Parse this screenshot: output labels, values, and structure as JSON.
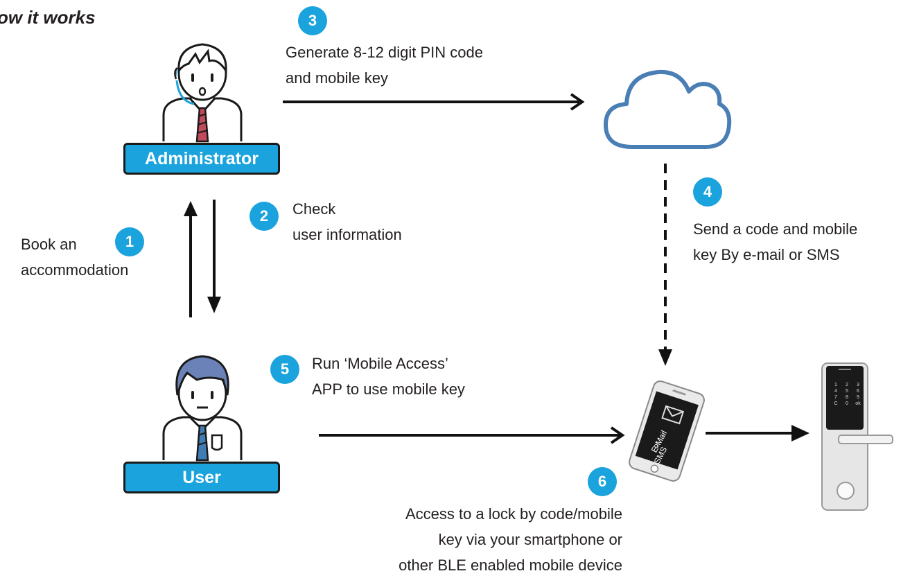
{
  "heading": "ow it works",
  "colors": {
    "accent": "#1aa3dc",
    "cloud": "#4a7fb5",
    "ink": "#231f20"
  },
  "icons": [
    "administrator-person-icon",
    "user-person-icon",
    "cloud-icon",
    "smartphone-icon",
    "door-lock-icon"
  ],
  "roles": {
    "administrator": "Administrator",
    "user": "User"
  },
  "steps": [
    {
      "number": "1",
      "lines": [
        "Book an",
        "accommodation"
      ]
    },
    {
      "number": "2",
      "lines": [
        "Check",
        "user information"
      ]
    },
    {
      "number": "3",
      "lines": [
        "Generate 8-12 digit PIN code",
        "and mobile key"
      ]
    },
    {
      "number": "4",
      "lines": [
        "Send a code and mobile",
        "key By e-mail or SMS"
      ]
    },
    {
      "number": "5",
      "lines": [
        "Run ‘Mobile Access’",
        "APP to use mobile key"
      ]
    },
    {
      "number": "6",
      "lines": [
        "Access to a lock by code/mobile",
        "key via your smartphone or",
        "other BLE enabled mobile device"
      ]
    }
  ],
  "phone_screen": {
    "line1": "E-Mail",
    "line2": "or",
    "line3": "SMS"
  },
  "keypad": [
    "1",
    "2",
    "3",
    "4",
    "5",
    "6",
    "7",
    "8",
    "9",
    "C",
    "0",
    "ok"
  ]
}
